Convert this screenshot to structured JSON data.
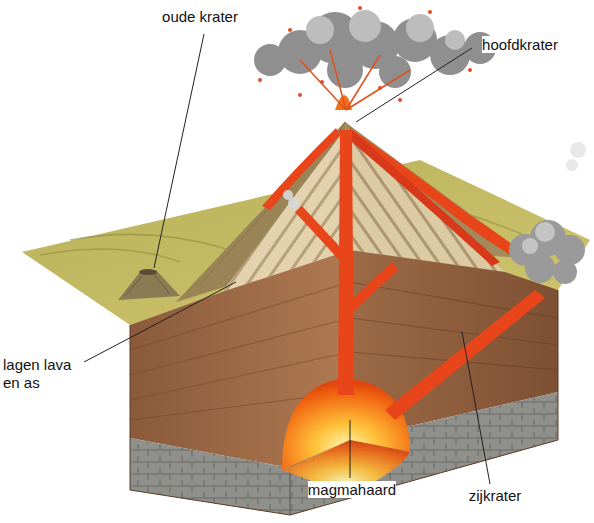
{
  "diagram": {
    "labels": [
      "oude krater",
      "hoofdkrater",
      "lagen lava en as",
      "magmahaard",
      "zijkrater"
    ]
  }
}
